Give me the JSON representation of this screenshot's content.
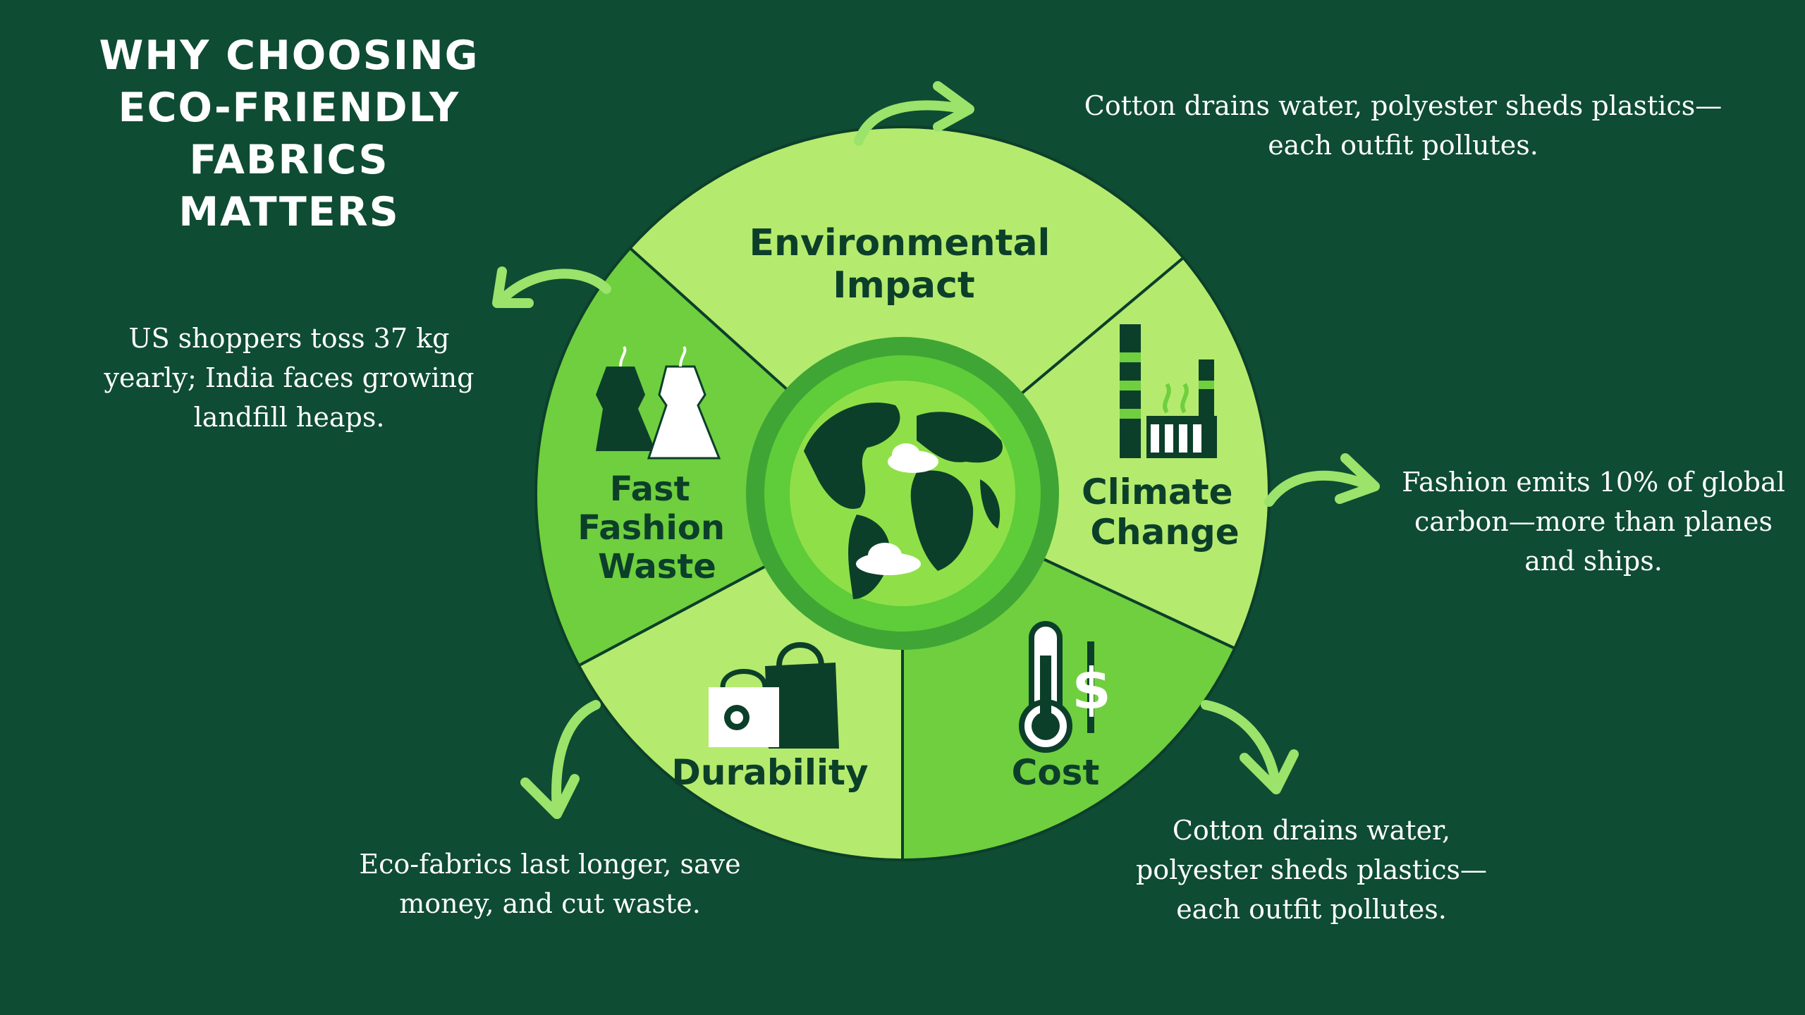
{
  "title_lines": [
    "WHY CHOOSING",
    "ECO-FRIENDLY",
    "FABRICS",
    "MATTERS"
  ],
  "wheel": {
    "segments": [
      {
        "key": "environmental",
        "label_lines": [
          "Environmental",
          "Impact"
        ],
        "color": "#b4eb6e",
        "icon": "globe-icon"
      },
      {
        "key": "climate",
        "label_lines": [
          "Climate",
          "Change"
        ],
        "color": "#b4eb6e",
        "icon": "factory-icon"
      },
      {
        "key": "cost",
        "label_lines": [
          "Cost"
        ],
        "color": "#6fcf3f",
        "icon": "thermometer-dollar-icon"
      },
      {
        "key": "durability",
        "label_lines": [
          "Durability"
        ],
        "color": "#b4eb6e",
        "icon": "shopping-bag-icon"
      },
      {
        "key": "fast_fashion",
        "label_lines": [
          "Fast",
          "Fashion",
          "Waste"
        ],
        "color": "#6fcf3f",
        "icon": "dress-icon"
      }
    ],
    "center_icon": "globe-icon"
  },
  "notes": {
    "environmental": [
      "Cotton drains water, polyester sheds plastics—",
      "each outfit pollutes."
    ],
    "fast_fashion": [
      "US shoppers toss 37 kg",
      "yearly; India faces growing",
      "landfill heaps."
    ],
    "climate": [
      "Fashion emits 10% of global",
      "carbon—more than planes",
      "and ships."
    ],
    "durability": [
      "Eco-fabrics last longer, save",
      "money, and cut waste."
    ],
    "cost": [
      "Cotton drains water,",
      "polyester sheds plastics—",
      "each outfit pollutes."
    ]
  },
  "colors": {
    "background": "#0e4c33",
    "light_green": "#b4eb6e",
    "medium_green": "#6fcf3f",
    "dark_green": "#0c3f2a",
    "arrow_green": "#9be36a",
    "center_ring": "#3fa535"
  }
}
